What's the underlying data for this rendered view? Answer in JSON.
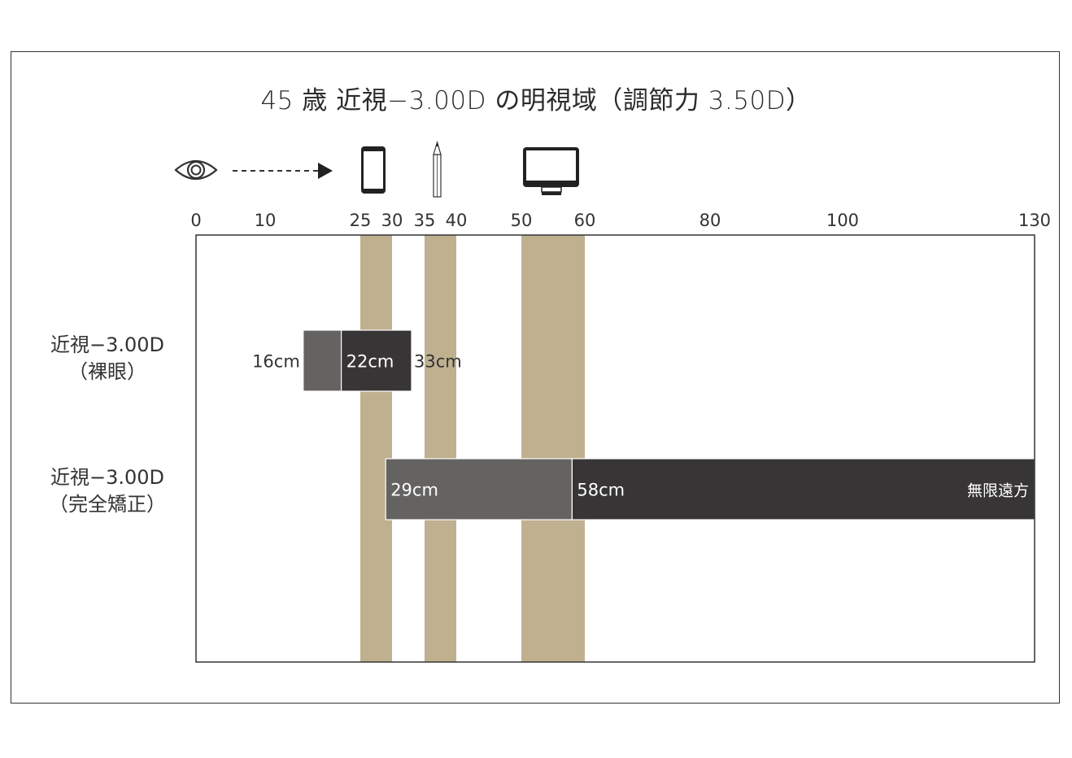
{
  "chart_data": {
    "type": "bar",
    "title": "45 歳 近視−3.00D の明視域（調節力 3.50D）",
    "x_ticks": [
      0,
      10,
      25,
      30,
      35,
      40,
      50,
      60,
      80,
      100,
      130
    ],
    "x_scale_note": "piecewise",
    "xlim": [
      0,
      130
    ],
    "device_bands": [
      {
        "name": "smartphone",
        "icon": "smartphone-icon",
        "range": [
          25,
          30
        ]
      },
      {
        "name": "pencil",
        "icon": "pencil-icon",
        "range": [
          35,
          40
        ]
      },
      {
        "name": "monitor",
        "icon": "monitor-icon",
        "range": [
          50,
          60
        ]
      }
    ],
    "rows": [
      {
        "label_line1": "近視−3.00D",
        "label_line2": "（裸眼）",
        "segments": [
          {
            "start": 16,
            "end": 22,
            "shade": "mid"
          },
          {
            "start": 22,
            "end": 33,
            "shade": "dark"
          }
        ],
        "labels": [
          {
            "text": "16cm",
            "at": 16,
            "pos": "left"
          },
          {
            "text": "22cm",
            "at": 22,
            "pos": "inside"
          },
          {
            "text": "33cm",
            "at": 33,
            "pos": "right"
          }
        ]
      },
      {
        "label_line1": "近視−3.00D",
        "label_line2": "（完全矯正）",
        "segments": [
          {
            "start": 29,
            "end": 58,
            "shade": "mid"
          },
          {
            "start": 58,
            "end": 130,
            "shade": "dark"
          }
        ],
        "labels": [
          {
            "text": "29cm",
            "at": 29,
            "pos": "inside"
          },
          {
            "text": "58cm",
            "at": 58,
            "pos": "inside"
          },
          {
            "text": "無限遠方",
            "at": 130,
            "pos": "inside-end"
          }
        ]
      }
    ],
    "colors": {
      "band": "#bfb090",
      "mid": "#656362",
      "dark": "#383536",
      "axis": "#333333"
    }
  }
}
